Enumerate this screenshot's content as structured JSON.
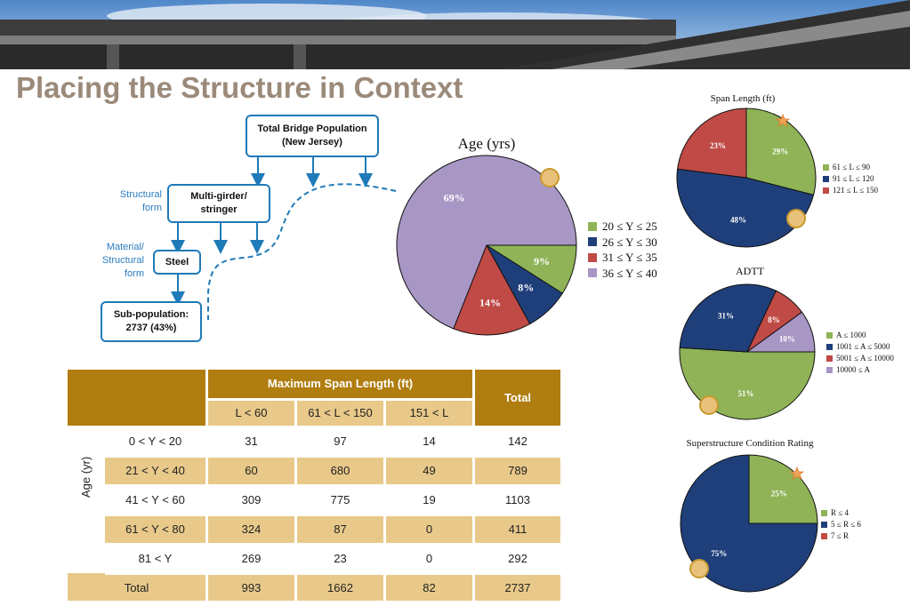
{
  "title": "Placing the Structure in Context",
  "flowchart": {
    "total_box": "Total Bridge Population\n(New Jersey)",
    "multi_box": "Multi-girder/\nstringer",
    "steel_box": "Steel",
    "subpop_box": "Sub-population:\n2737 (43%)",
    "label_structural_form": "Structural\nform",
    "label_material_form": "Material/\nStructural\nform"
  },
  "chart_data": [
    {
      "type": "pie",
      "title": "Age (yrs)",
      "categories": [
        "20 ≤  Y ≤  25",
        "26 ≤  Y ≤  30",
        "31  ≤  Y ≤  35",
        "36 ≤  Y ≤  40"
      ],
      "values": [
        9,
        8,
        14,
        69
      ],
      "labels": [
        "9%",
        "8%",
        "14%",
        "69%"
      ],
      "colors": [
        "#8fb356",
        "#1f3f7a",
        "#c04a46",
        "#a896c5"
      ],
      "legend_position": "right"
    },
    {
      "type": "pie",
      "title": "Span Length (ft)",
      "categories": [
        "61 ≤  L ≤  90",
        "91 ≤ L ≤  120",
        "121 ≤  L ≤  150"
      ],
      "values": [
        29,
        48,
        23
      ],
      "labels": [
        "29%",
        "48%",
        "23%"
      ],
      "colors": [
        "#8fb356",
        "#1f3f7a",
        "#c04a46"
      ],
      "legend_position": "right"
    },
    {
      "type": "pie",
      "title": "ADTT",
      "categories": [
        "A ≤  1000",
        "1001 ≤  A ≤  5000",
        "5001 ≤  A ≤  10000",
        "10000 ≤  A"
      ],
      "values": [
        51,
        31,
        8,
        10
      ],
      "labels": [
        "51%",
        "31%",
        "8%",
        "10%"
      ],
      "colors": [
        "#8fb356",
        "#1f3f7a",
        "#c04a46",
        "#a896c5"
      ],
      "legend_position": "right"
    },
    {
      "type": "pie",
      "title": "Superstructure Condition Rating",
      "categories": [
        "R ≤  4",
        "5 ≤  R ≤  6",
        "7 ≤  R"
      ],
      "values": [
        25,
        75,
        0
      ],
      "labels": [
        "25%",
        "75%"
      ],
      "colors": [
        "#8fb356",
        "#1f3f7a",
        "#c04a46"
      ],
      "legend_position": "right"
    }
  ],
  "table": {
    "header_group": "Maximum Span Length (ft)",
    "header_total": "Total",
    "span_columns": [
      "L < 60",
      "61 < L < 150",
      "151 < L"
    ],
    "row_axis_label": "Age (yr)",
    "rows": [
      {
        "label": "0 < Y < 20",
        "values": [
          "31",
          "97",
          "14",
          "142"
        ]
      },
      {
        "label": "21 < Y < 40",
        "values": [
          "60",
          "680",
          "49",
          "789"
        ]
      },
      {
        "label": "41 < Y < 60",
        "values": [
          "309",
          "775",
          "19",
          "1103"
        ]
      },
      {
        "label": "61 < Y < 80",
        "values": [
          "324",
          "87",
          "0",
          "411"
        ]
      },
      {
        "label": "81 < Y",
        "values": [
          "269",
          "23",
          "0",
          "292"
        ]
      }
    ],
    "total_row": {
      "label": "Total",
      "values": [
        "993",
        "1662",
        "82",
        "2737"
      ]
    }
  }
}
